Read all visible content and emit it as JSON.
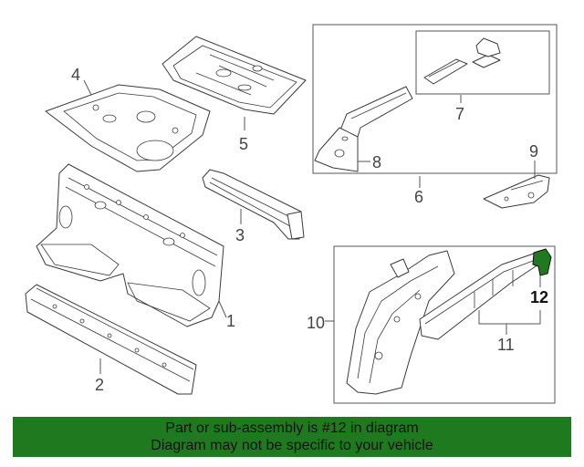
{
  "callouts": {
    "c1": "1",
    "c2": "2",
    "c3": "3",
    "c4": "4",
    "c5": "5",
    "c6": "6",
    "c7": "7",
    "c8": "8",
    "c9": "9",
    "c10": "10",
    "c11": "11",
    "c12": "12"
  },
  "highlight": {
    "part": "12",
    "color": "#1f7a1f"
  },
  "banner": {
    "line1": "Part or sub-assembly is #12 in diagram",
    "line2": "Diagram may not be specific to your vehicle",
    "background": "#1f7a1f"
  }
}
